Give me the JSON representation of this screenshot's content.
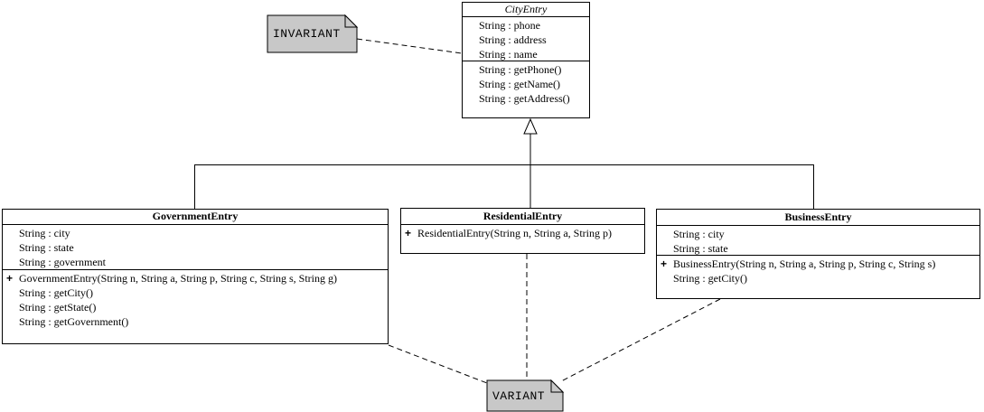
{
  "diagram": {
    "kind": "UML class diagram",
    "colors": {
      "note_fill": "#c8c8c8",
      "line": "#000000",
      "box_fill": "#ffffff",
      "background": "#ffffff"
    }
  },
  "notes": {
    "invariant": {
      "label": "INVARIANT"
    },
    "variant": {
      "label": "VARIANT"
    }
  },
  "classes": {
    "city_entry": {
      "name": "CityEntry",
      "abstract": true,
      "attributes": [
        "String : phone",
        "String : address",
        "String : name"
      ],
      "methods": [
        {
          "vis": "",
          "sig": "String : getPhone()"
        },
        {
          "vis": "",
          "sig": "String : getName()"
        },
        {
          "vis": "",
          "sig": "String : getAddress()"
        }
      ]
    },
    "government_entry": {
      "name": "GovernmentEntry",
      "attributes": [
        "String : city",
        "String : state",
        "String : government"
      ],
      "methods": [
        {
          "vis": "+",
          "sig": "GovernmentEntry(String n, String a, String p, String c, String s, String g)"
        },
        {
          "vis": "",
          "sig": "String : getCity()"
        },
        {
          "vis": "",
          "sig": "String : getState()"
        },
        {
          "vis": "",
          "sig": "String : getGovernment()"
        }
      ]
    },
    "residential_entry": {
      "name": "ResidentialEntry",
      "methods": [
        {
          "vis": "+",
          "sig": "ResidentialEntry(String n, String a, String p)"
        }
      ]
    },
    "business_entry": {
      "name": "BusinessEntry",
      "attributes": [
        "String : city",
        "String : state"
      ],
      "methods": [
        {
          "vis": "+",
          "sig": "BusinessEntry(String n, String a, String p, String c, String s)"
        },
        {
          "vis": "",
          "sig": "String : getCity()"
        }
      ]
    }
  },
  "relations": {
    "generalization": "GovernmentEntry, ResidentialEntry, BusinessEntry inherit CityEntry",
    "invariant_note_attached_to": "CityEntry",
    "variant_note_attached_to": "GovernmentEntry, ResidentialEntry, BusinessEntry"
  }
}
